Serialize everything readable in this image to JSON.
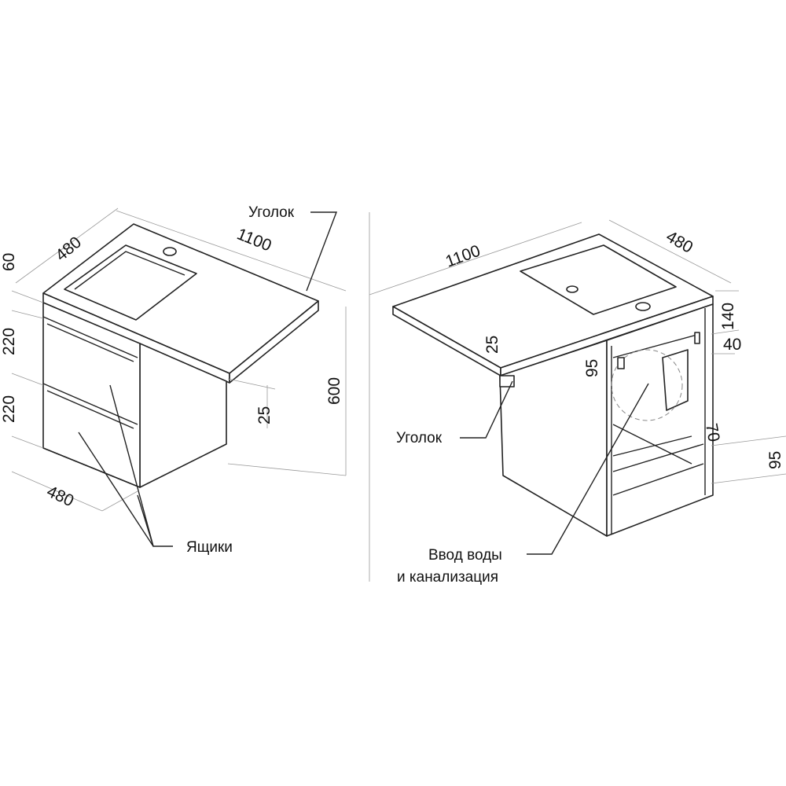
{
  "left_view": {
    "dims": {
      "width": "1100",
      "depth_top": "480",
      "depth_bottom": "480",
      "top_thickness": "60",
      "drawer_1": "220",
      "drawer_2": "220",
      "height": "600",
      "offset": "25"
    },
    "labels": {
      "corner_bracket": "Уголок",
      "drawers": "Ящики"
    }
  },
  "right_view": {
    "dims": {
      "width": "1100",
      "depth": "480",
      "top_offset": "140",
      "side_offset": "40",
      "offset": "25",
      "inlet_height": "95",
      "inlet_width": "70",
      "bottom_offset": "95"
    },
    "labels": {
      "corner_bracket": "Уголок",
      "utilities_line1": "Ввод воды",
      "utilities_line2": "и канализация"
    }
  }
}
